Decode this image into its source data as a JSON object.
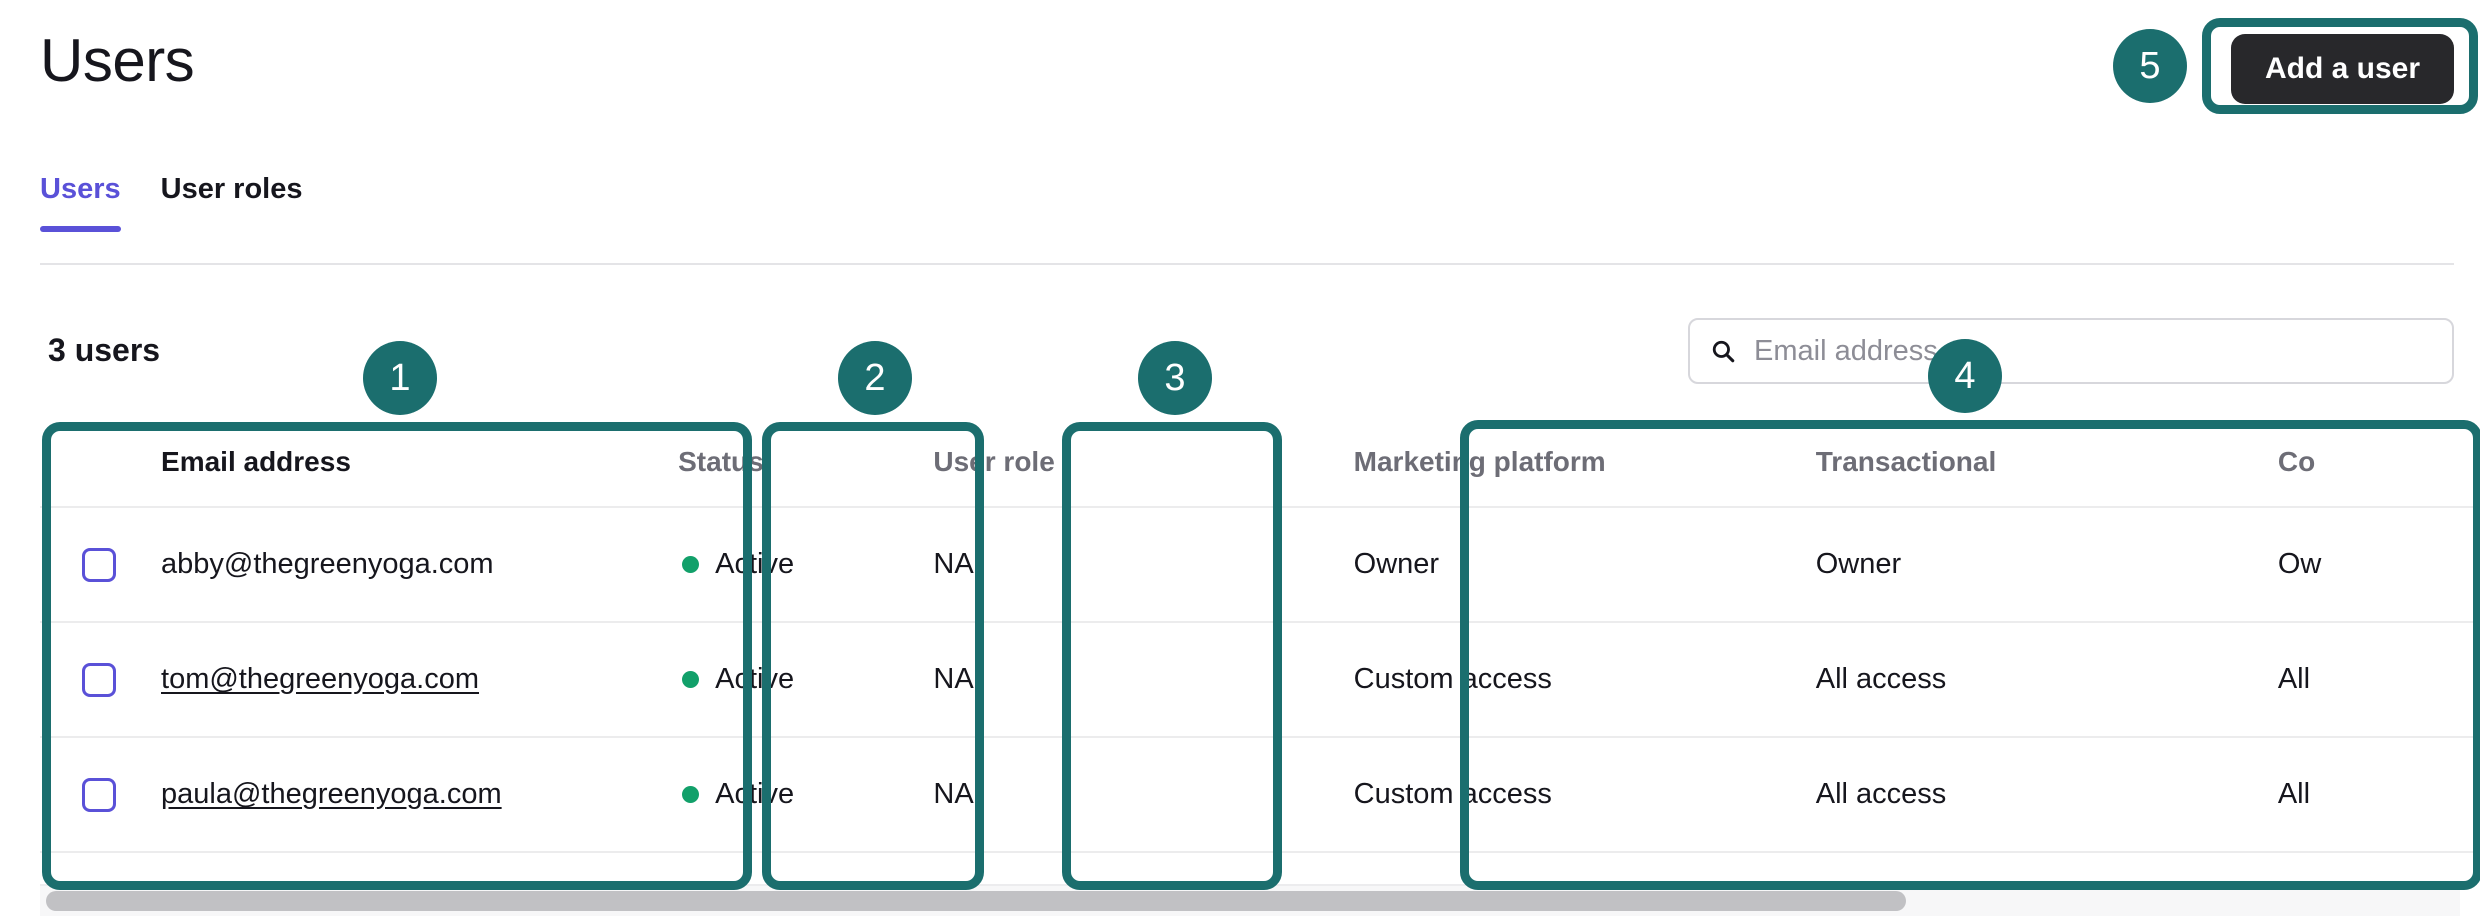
{
  "page": {
    "title": "Users"
  },
  "header": {
    "add_user_label": "Add a user"
  },
  "tabs": [
    {
      "label": "Users",
      "active": true
    },
    {
      "label": "User roles",
      "active": false
    }
  ],
  "toolbar": {
    "count_label": "3 users",
    "search": {
      "placeholder": "Email address",
      "value": "",
      "icon": "search-icon"
    }
  },
  "table": {
    "columns": [
      {
        "key": "checkbox",
        "label": "",
        "sorted": false
      },
      {
        "key": "email",
        "label": "Email address",
        "sorted": true
      },
      {
        "key": "status",
        "label": "Status",
        "sorted": false
      },
      {
        "key": "role",
        "label": "User role",
        "sorted": false
      },
      {
        "key": "marketing",
        "label": "Marketing platform",
        "sorted": false
      },
      {
        "key": "transactional",
        "label": "Transactional",
        "sorted": false
      },
      {
        "key": "conversations",
        "label": "Co",
        "sorted": false
      }
    ],
    "rows": [
      {
        "checked": false,
        "email": "abby@thegreenyoga.com",
        "email_is_link": false,
        "status": "Active",
        "status_color": "#12a06a",
        "role": "NA",
        "marketing": "Owner",
        "transactional": "Owner",
        "conversations": "Ow"
      },
      {
        "checked": false,
        "email": "tom@thegreenyoga.com",
        "email_is_link": true,
        "status": "Active",
        "status_color": "#12a06a",
        "role": "NA",
        "marketing": "Custom access",
        "transactional": "All access",
        "conversations": "All"
      },
      {
        "checked": false,
        "email": "paula@thegreenyoga.com",
        "email_is_link": true,
        "status": "Active",
        "status_color": "#12a06a",
        "role": "NA",
        "marketing": "Custom access",
        "transactional": "All access",
        "conversations": "All"
      }
    ]
  },
  "annotations": {
    "color": "#1b6e6e",
    "badges": [
      {
        "number": "1",
        "target": "email-address-column"
      },
      {
        "number": "2",
        "target": "status-column"
      },
      {
        "number": "3",
        "target": "user-role-column"
      },
      {
        "number": "4",
        "target": "marketing-permissions-columns"
      },
      {
        "number": "5",
        "target": "add-a-user-button"
      }
    ]
  },
  "colors": {
    "accent_purple": "#5a51d8",
    "annotation_teal": "#1b6e6e",
    "status_green": "#12a06a",
    "button_dark": "#28282b"
  }
}
